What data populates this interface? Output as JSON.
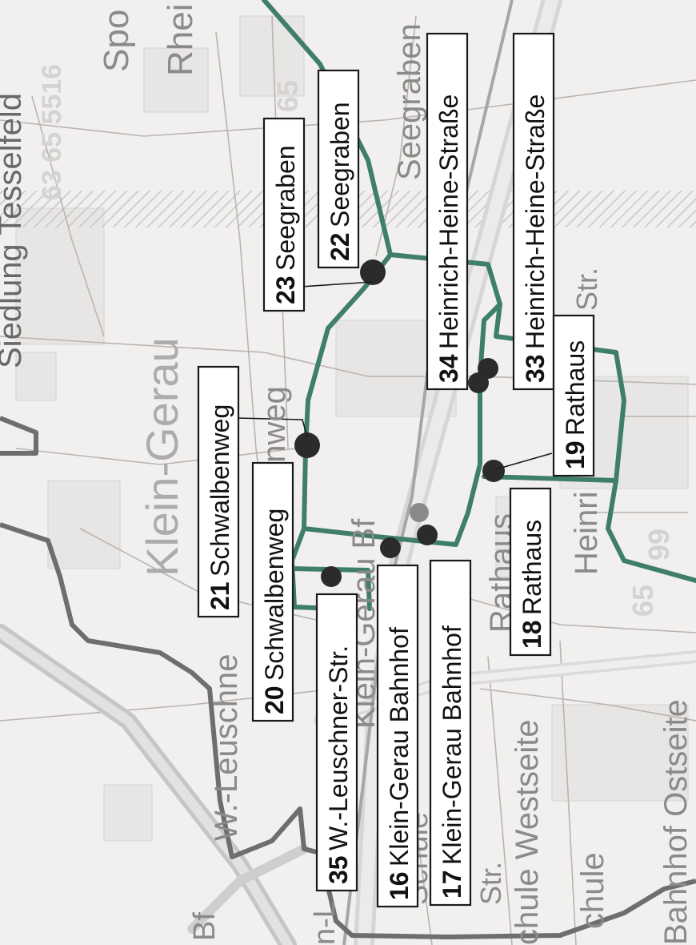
{
  "map": {
    "place_labels": [
      {
        "id": "klein-gerau",
        "text": "Klein-Gerau"
      },
      {
        "id": "siedlung",
        "text": "Siedlung Tesselfeld"
      },
      {
        "id": "sport",
        "text": "Spo"
      },
      {
        "id": "rhein",
        "text": "Rhei"
      },
      {
        "id": "seegraben-street",
        "text": "Seegraben"
      },
      {
        "id": "schwalbenweg-street",
        "text": "enweg"
      },
      {
        "id": "klein-gerau-bf",
        "text": "Klein-Gerau Bf"
      },
      {
        "id": "rathaus-street",
        "text": "Rathaus"
      },
      {
        "id": "heinrich-street",
        "text": "Heinri"
      },
      {
        "id": "heine-str",
        "text": "Str."
      },
      {
        "id": "leuschner-street",
        "text": "W.-Leuschne"
      },
      {
        "id": "schule-west",
        "text": "chule Westseite"
      },
      {
        "id": "schule",
        "text": "chule"
      },
      {
        "id": "bahnhof-ost",
        "text": "Bahnhof Ostseite"
      },
      {
        "id": "str",
        "text": "Str."
      },
      {
        "id": "schule2",
        "text": "Schule"
      },
      {
        "id": "bf",
        "text": "Bf"
      },
      {
        "id": "n-l",
        "text": "n-L"
      }
    ],
    "road_numbers": [
      {
        "id": "r1",
        "text": "63 65 5516"
      },
      {
        "id": "r2",
        "text": "99"
      },
      {
        "id": "r3",
        "text": "65"
      },
      {
        "id": "r4",
        "text": "65"
      }
    ],
    "stops": [
      {
        "id": "stop-23",
        "number": "23",
        "name": "Seegraben"
      },
      {
        "id": "stop-22",
        "number": "22",
        "name": "Seegraben"
      },
      {
        "id": "stop-34",
        "number": "34",
        "name": "Heinrich-Heine-Straße"
      },
      {
        "id": "stop-33",
        "number": "33",
        "name": "Heinrich-Heine-Straße"
      },
      {
        "id": "stop-21",
        "number": "21",
        "name": "Schwalbenweg"
      },
      {
        "id": "stop-20",
        "number": "20",
        "name": "Schwalbenweg"
      },
      {
        "id": "stop-19",
        "number": "19",
        "name": "Rathaus"
      },
      {
        "id": "stop-18",
        "number": "18",
        "name": "Rathaus"
      },
      {
        "id": "stop-35",
        "number": "35",
        "name": "W.-Leuschner-Str."
      },
      {
        "id": "stop-16",
        "number": "16",
        "name": "Klein-Gerau Bahnhof"
      },
      {
        "id": "stop-17",
        "number": "17",
        "name": "Klein-Gerau Bahnhof"
      }
    ],
    "colors": {
      "route": "#3f7e6a",
      "boundary": "#6e6e6e",
      "stop": "#2b2b2b",
      "stop_faded": "#8a8a8a",
      "label_border": "#1a1a1a",
      "street_text": "#8c8a88",
      "background": "#f1f0ef"
    }
  }
}
